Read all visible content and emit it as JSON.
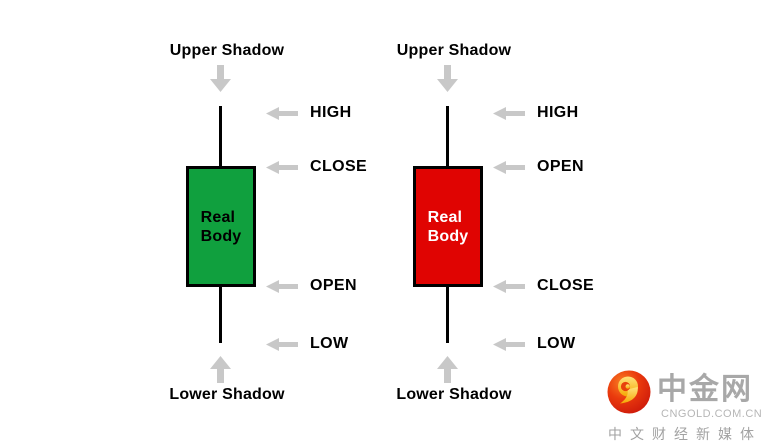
{
  "colors": {
    "background": "#FFFFFF",
    "bullish_body": "#10A03E",
    "bearish_body": "#E00402",
    "arrow_gray": "#C8C8C8",
    "diagram_text": "#000000",
    "watermark_brand_gray": "#A8A8A8",
    "watermark_domain_gray": "#B6B6B6",
    "watermark_tagline_gray": "#A2A2A2",
    "logo_red": "#D81408",
    "logo_orange": "#F97E22",
    "logo_gold": "#F5A703"
  },
  "icons": {
    "down_arrow": "gray block arrow pointing down",
    "up_arrow": "gray block arrow pointing up",
    "left_arrow": "gray block arrow pointing left",
    "cngold_logo": "red circle with golden auspicious-cloud swirl"
  },
  "diagram": {
    "candles": [
      {
        "name": "bullish",
        "body_color": "#10A03E",
        "body_text_color": "#000000",
        "upper_shadow_label": "Upper Shadow",
        "lower_shadow_label": "Lower Shadow",
        "real_body_line1": "Real",
        "real_body_line2": "Body",
        "callouts": [
          {
            "label": "HIGH"
          },
          {
            "label": "CLOSE"
          },
          {
            "label": "OPEN"
          },
          {
            "label": "LOW"
          }
        ]
      },
      {
        "name": "bearish",
        "body_color": "#E00402",
        "body_text_color": "#FFFFFF",
        "upper_shadow_label": "Upper Shadow",
        "lower_shadow_label": "Lower Shadow",
        "real_body_line1": "Real",
        "real_body_line2": "Body",
        "callouts": [
          {
            "label": "HIGH"
          },
          {
            "label": "OPEN"
          },
          {
            "label": "CLOSE"
          },
          {
            "label": "LOW"
          }
        ]
      }
    ]
  },
  "watermark": {
    "brand": "中金网",
    "domain": "CNGOLD.COM.CN",
    "tagline": "中文财经新媒体"
  }
}
